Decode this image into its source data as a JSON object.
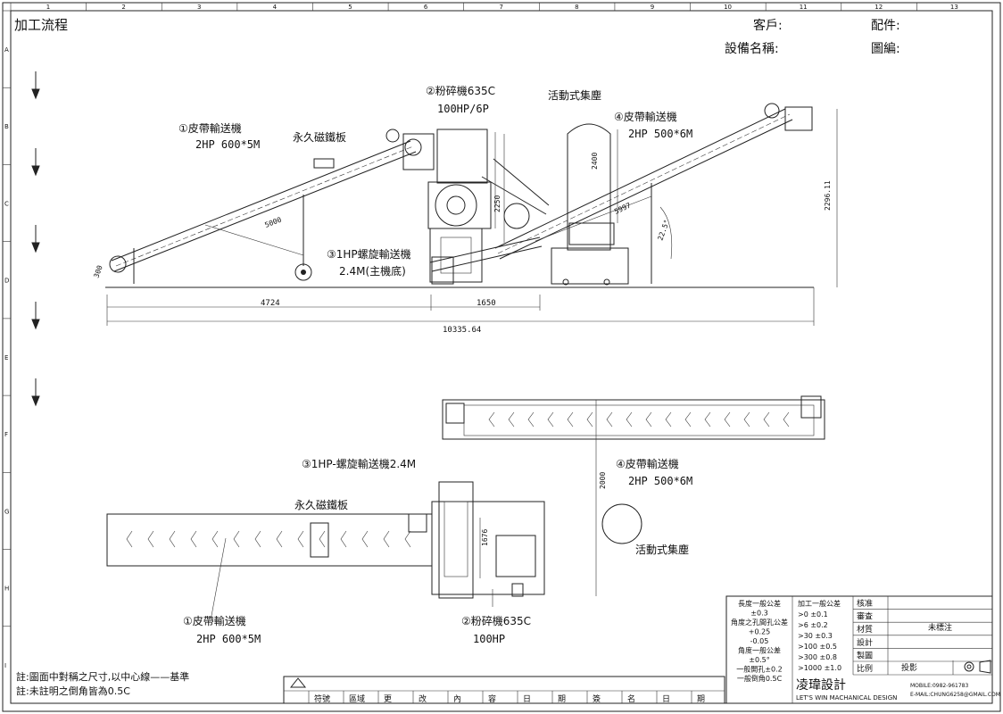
{
  "title": "加工流程",
  "header": {
    "customer": "客戶:",
    "parts": "配件:",
    "equipment": "設備名稱:",
    "drawing_no": "圖編:"
  },
  "column_numbers": [
    "1",
    "2",
    "3",
    "4",
    "5",
    "6",
    "7",
    "8",
    "9",
    "10",
    "11",
    "12",
    "13"
  ],
  "row_letters": [
    "A",
    "B",
    "C",
    "D",
    "E",
    "F",
    "G",
    "H",
    "I"
  ],
  "elevation": {
    "conveyor1_label": "①皮帶輸送機",
    "conveyor1_spec": "2HP 600*5M",
    "magnet_plate": "永久磁鐵板",
    "crusher_label": "②粉碎機635C",
    "crusher_spec": "100HP/6P",
    "dust_collector": "活動式集塵",
    "conveyor4_label": "④皮帶輸送機",
    "conveyor4_spec": "2HP 500*6M",
    "screw_label": "③1HP螺旋輸送機",
    "screw_spec": "2.4M(主機底)",
    "dims": {
      "d5000": "5000",
      "d5997": "5997",
      "d2250": "2250",
      "d2400": "2400",
      "d2296": "2296.11",
      "d300": "300",
      "angle": "22.5°",
      "d4724": "4724",
      "d1650": "1650",
      "total": "10335.64"
    }
  },
  "plan": {
    "screw_label": "③1HP-螺旋輸送機2.4M",
    "conveyor4_label": "④皮帶輸送機",
    "conveyor4_spec": "2HP 500*6M",
    "magnet_plate": "永久磁鐵板",
    "dust_collector": "活動式集塵",
    "conveyor1_label": "①皮帶輸送機",
    "conveyor1_spec": "2HP 600*5M",
    "crusher_label": "②粉碎機635C",
    "crusher_spec": "100HP",
    "dims": {
      "d2000": "2000",
      "d1676": "1676"
    }
  },
  "notes": [
    "註:圖面中對稱之尺寸,以中心線——基準",
    "註:未註明之倒角皆為0.5C"
  ],
  "revision": {
    "headers": [
      "符號",
      "區域",
      "更",
      "改",
      "內",
      "容",
      "日",
      "期",
      "簽",
      "名",
      "日",
      "期"
    ]
  },
  "tolerance": {
    "c1": [
      "長度一般公差",
      "±0.3",
      "角度之孔間孔公差",
      "+0.25",
      "-0.05",
      "角度一般公差",
      "±0.5°",
      "一般開孔±0.2",
      "一般倒角0.5C"
    ],
    "c2": [
      "加工一般公差",
      ">0 ±0.1",
      ">6 ±0.2",
      ">30 ±0.3",
      ">100 ±0.5",
      ">300 ±0.8",
      ">1000 ±1.0"
    ],
    "c3": [
      "核准",
      "審查",
      "材質",
      "設計",
      "製圖",
      "比例"
    ],
    "c4": [
      "未標注",
      "投影"
    ],
    "company": "凌瑋設計",
    "company_en": "LET'S WIN MACHANICAL DESIGN",
    "mobile": "MOBILE:0982-961783",
    "email": "E-MAIL:CHUNG6258@GMAIL.COM"
  }
}
